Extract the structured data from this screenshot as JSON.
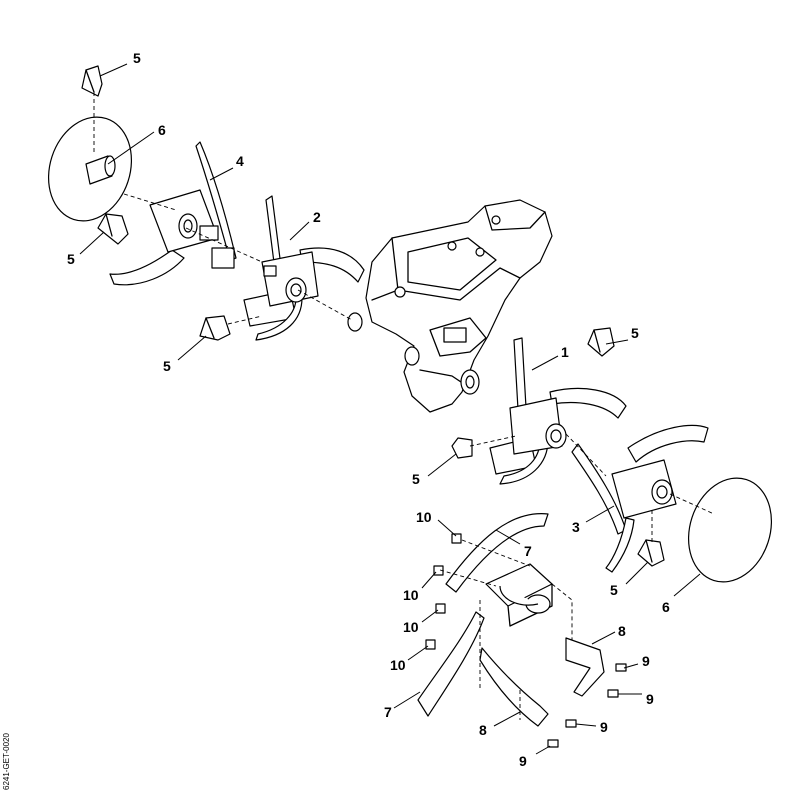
{
  "callouts": {
    "c1": "1",
    "c2": "2",
    "c3": "3",
    "c4": "4",
    "c5a": "5",
    "c5b": "5",
    "c5c": "5",
    "c5d": "5",
    "c5e": "5",
    "c5f": "5",
    "c6a": "6",
    "c6b": "6",
    "c7a": "7",
    "c7b": "7",
    "c8a": "8",
    "c8b": "8",
    "c9a": "9",
    "c9b": "9",
    "c9c": "9",
    "c9d": "9",
    "c10a": "10",
    "c10b": "10",
    "c10c": "10",
    "c10d": "10"
  },
  "drawing_code": "6241-GET-0020"
}
